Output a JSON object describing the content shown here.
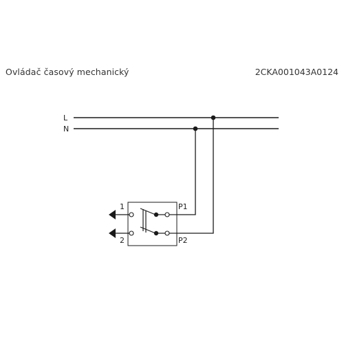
{
  "header": {
    "title": "Ovládač časový mechanický",
    "code": "2CKA001043A0124"
  },
  "lines": {
    "line_label": "L",
    "neutral_label": "N"
  },
  "device": {
    "terminal_1": "1",
    "terminal_2": "2",
    "port_p1": "P1",
    "port_p2": "P2"
  },
  "colors": {
    "stroke": "#1a1a1a",
    "text": "#333333",
    "background": "#ffffff"
  }
}
